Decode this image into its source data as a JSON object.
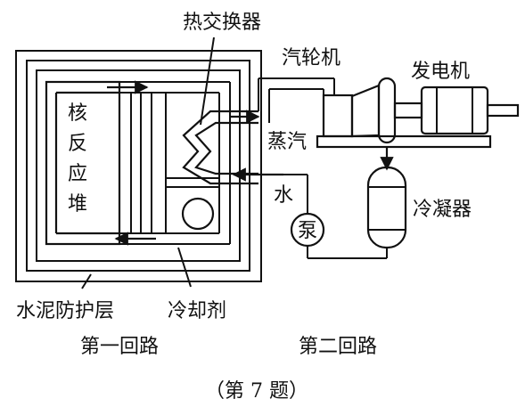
{
  "labels": {
    "heat_exchanger": "热交换器",
    "turbine": "汽轮机",
    "generator": "发电机",
    "steam": "蒸汽",
    "reactor": [
      "核",
      "反",
      "应",
      "堆"
    ],
    "water": "水",
    "pump": "泵",
    "condenser": "冷凝器",
    "cement_layer": "水泥防护层",
    "coolant": "冷却剂",
    "primary_loop": "第一回路",
    "secondary_loop": "第二回路",
    "caption": "（第 7 题）"
  }
}
